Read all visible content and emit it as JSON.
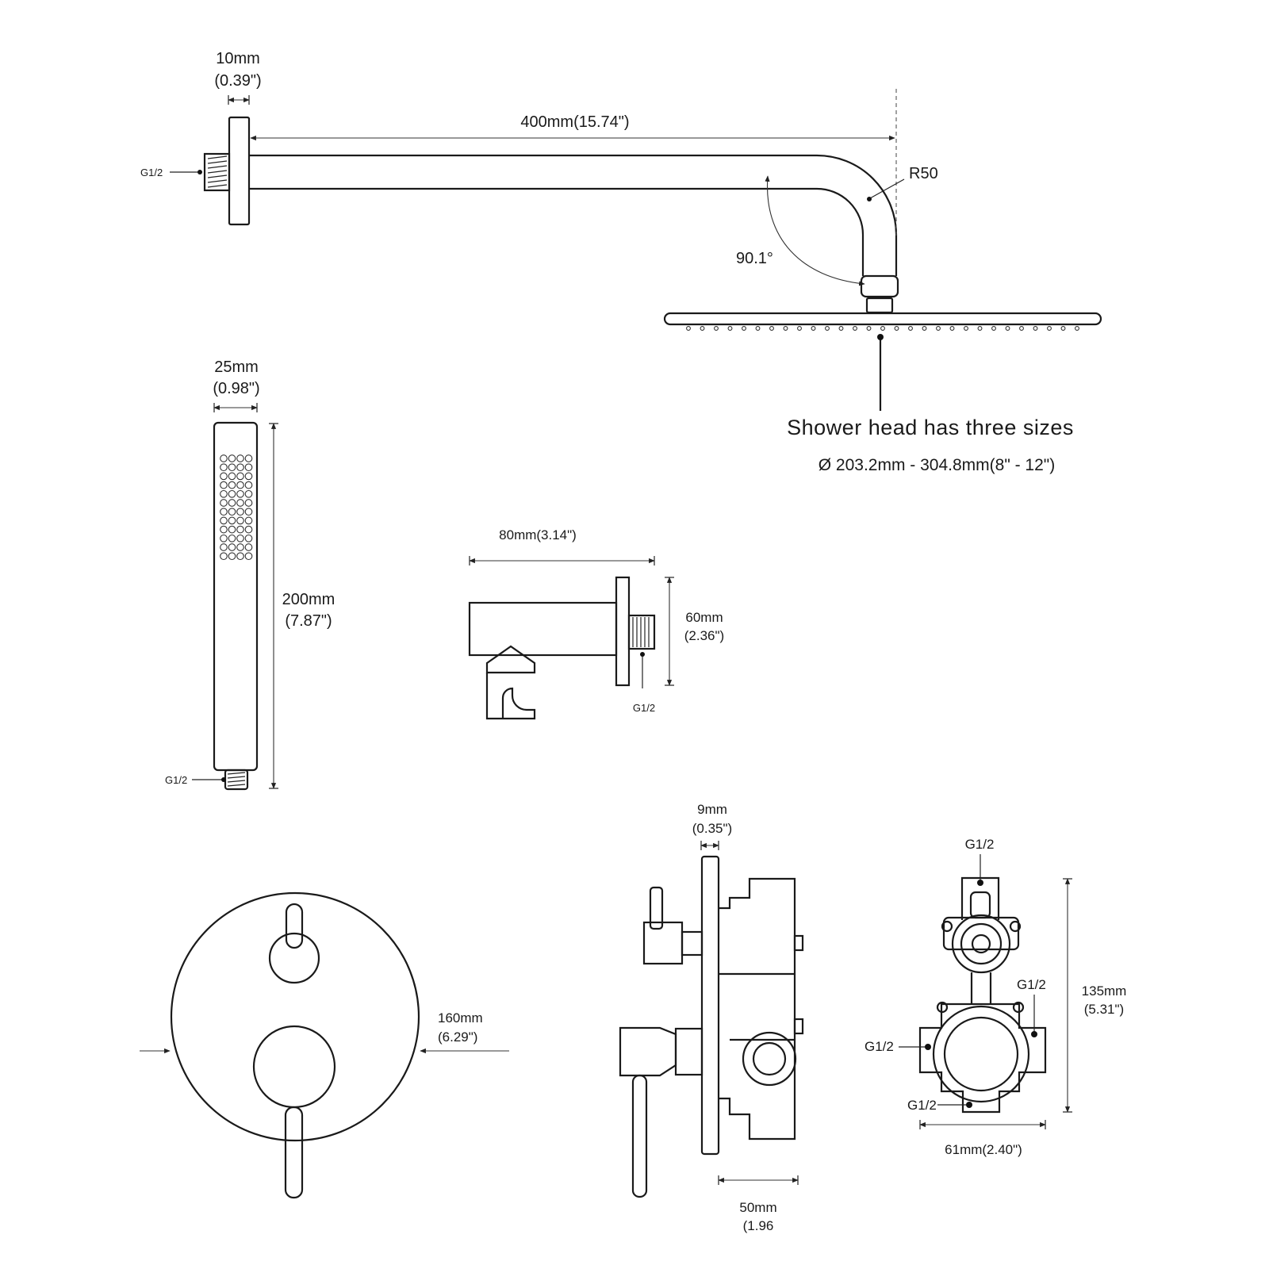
{
  "shower_arm": {
    "flange_width": "10mm",
    "flange_width_in": "(0.39\")",
    "arm_length": "400mm(15.74\")",
    "bend_radius": "R50",
    "angle": "90.1°",
    "thread": "G1/2"
  },
  "shower_head": {
    "caption": "Shower head has three sizes",
    "size_range": "Ø 203.2mm - 304.8mm(8\" - 12\")"
  },
  "hand_shower": {
    "width": "25mm",
    "width_in": "(0.98\")",
    "length": "200mm",
    "length_in": "(7.87\")",
    "thread": "G1/2"
  },
  "wall_outlet": {
    "length": "80mm(3.14\")",
    "height": "60mm",
    "height_in": "(2.36\")",
    "thread": "G1/2"
  },
  "trim_plate": {
    "diameter": "160mm",
    "diameter_in": "(6.29\")"
  },
  "valve_side": {
    "plate_thickness": "9mm",
    "plate_thickness_in": "(0.35\")",
    "depth": "50mm",
    "depth_in": "(1.96"
  },
  "valve_body": {
    "top_port": "G1/2",
    "right_port": "G1/2",
    "left_port": "G1/2",
    "bottom_port": "G1/2",
    "height": "135mm",
    "height_in": "(5.31\")",
    "width": "61mm(2.40\")"
  }
}
